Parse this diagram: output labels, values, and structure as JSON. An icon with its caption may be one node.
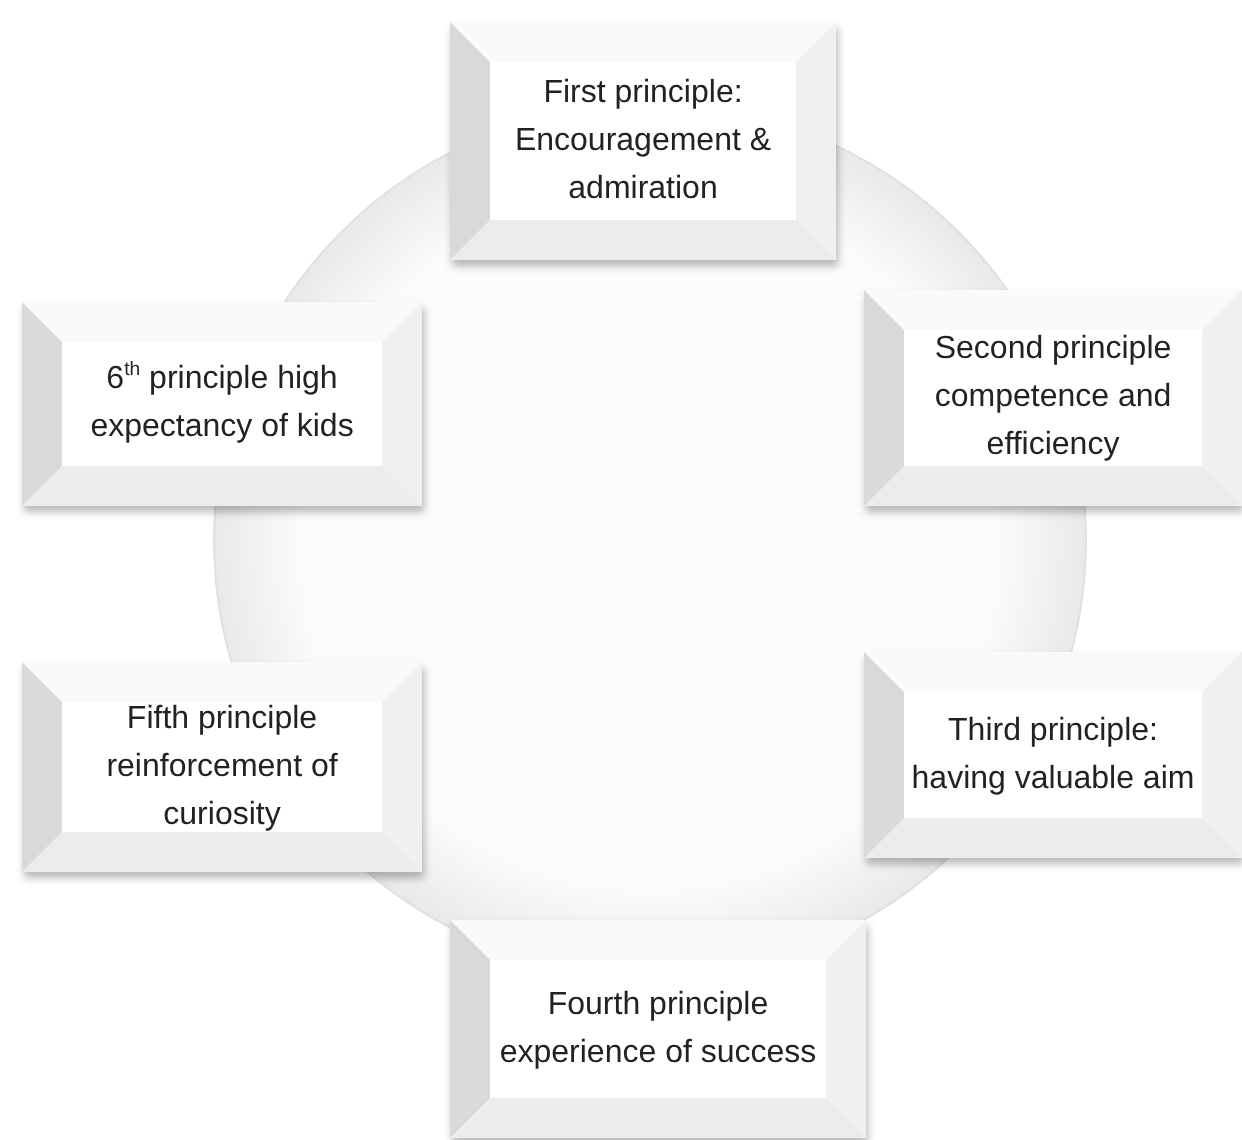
{
  "diagram": {
    "nodes": [
      {
        "text": [
          "First principle: Encouragement & admiration"
        ]
      },
      {
        "text": [
          "Second principle competence and efficiency"
        ]
      },
      {
        "text": [
          "Third principle: having valuable aim"
        ]
      },
      {
        "text": [
          "Fourth principle experience of success"
        ]
      },
      {
        "text": [
          "Fifth principle reinforcement of curiosity"
        ]
      },
      {
        "text": [
          "6$^{th}$ principle high expectancy of kids"
        ]
      }
    ]
  }
}
